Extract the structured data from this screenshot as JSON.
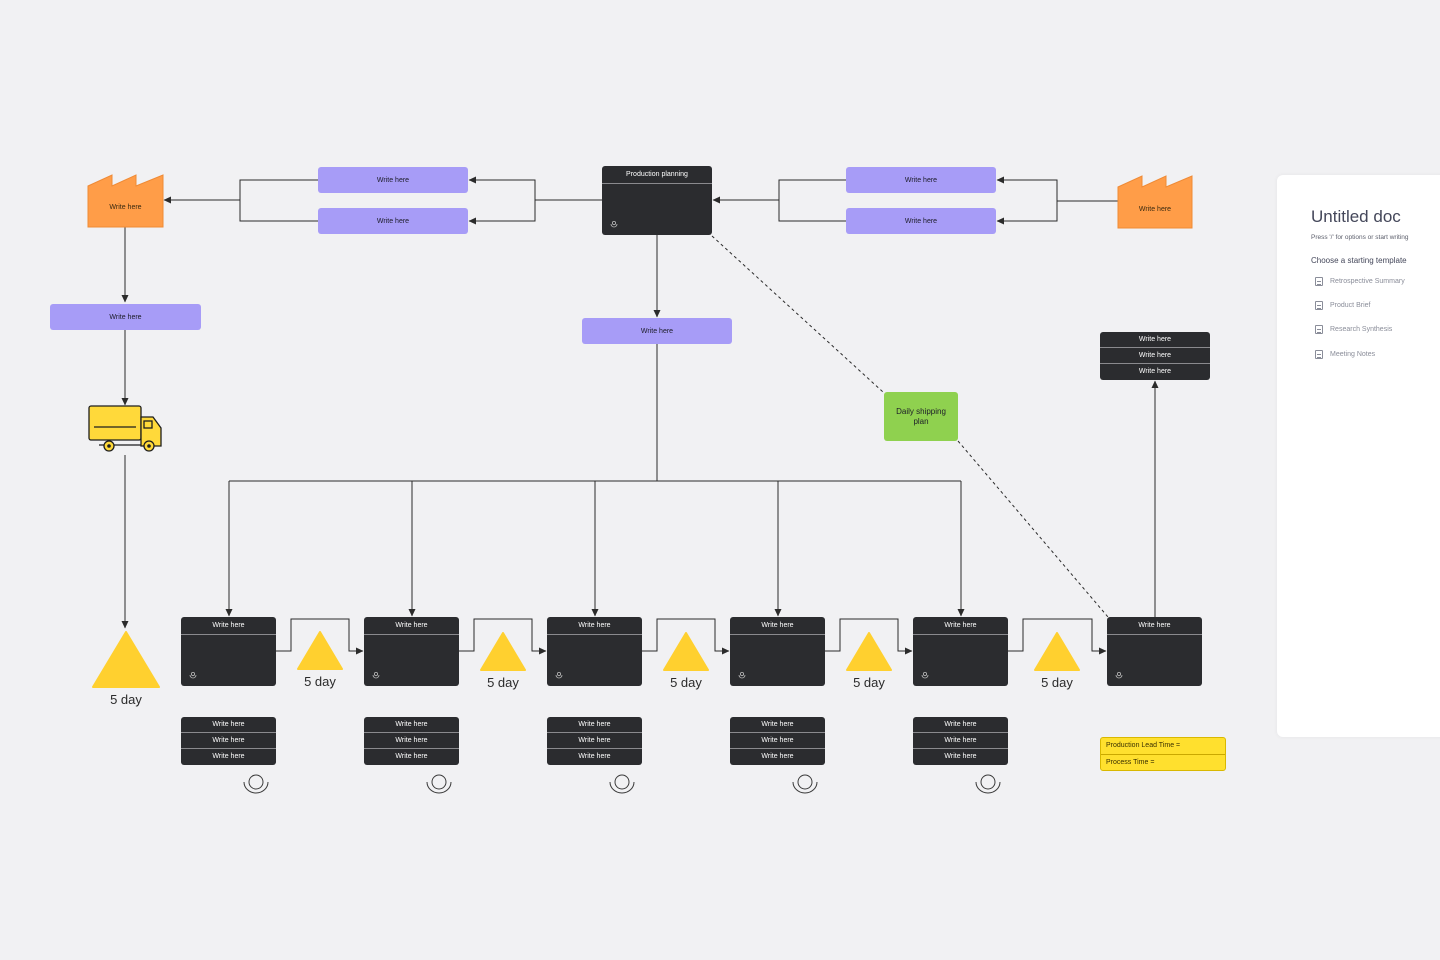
{
  "colors": {
    "canvas": "#f1f1f3",
    "purple": "#a79cf7",
    "dark": "#2b2c2f",
    "orange": "#ff9d48",
    "yellow": "#ffd02f",
    "green": "#8fd14f"
  },
  "nodes": {
    "supplier_label": "Write here",
    "customer_label": "Write here",
    "info_left_top": "Write here",
    "info_left_bottom": "Write here",
    "info_right_top": "Write here",
    "info_right_bottom": "Write here",
    "production_planning": "Production planning",
    "left_flow": "Write here",
    "center_flow": "Write here",
    "daily_shipping": "Daily shipping plan",
    "shipping_process": "Write here",
    "customer_stack": [
      "Write here",
      "Write here",
      "Write here"
    ]
  },
  "processes": [
    {
      "title": "Write here",
      "data": [
        "Write here",
        "Write here",
        "Write here"
      ]
    },
    {
      "title": "Write here",
      "data": [
        "Write here",
        "Write here",
        "Write here"
      ]
    },
    {
      "title": "Write here",
      "data": [
        "Write here",
        "Write here",
        "Write here"
      ]
    },
    {
      "title": "Write here",
      "data": [
        "Write here",
        "Write here",
        "Write here"
      ]
    },
    {
      "title": "Write here",
      "data": [
        "Write here",
        "Write here",
        "Write here"
      ]
    }
  ],
  "inventory": [
    "5 day",
    "5 day",
    "5 day",
    "5 day",
    "5 day",
    "5 day"
  ],
  "timeline": {
    "lead_time": "Production Lead Time =",
    "process_time": "Process Time ="
  },
  "doc_panel": {
    "title": "Untitled doc",
    "hint": "Press '/' for options or start writing",
    "subtitle": "Choose a starting template",
    "templates": [
      "Retrospective Summary",
      "Product Brief",
      "Research Synthesis",
      "Meeting Notes"
    ]
  }
}
